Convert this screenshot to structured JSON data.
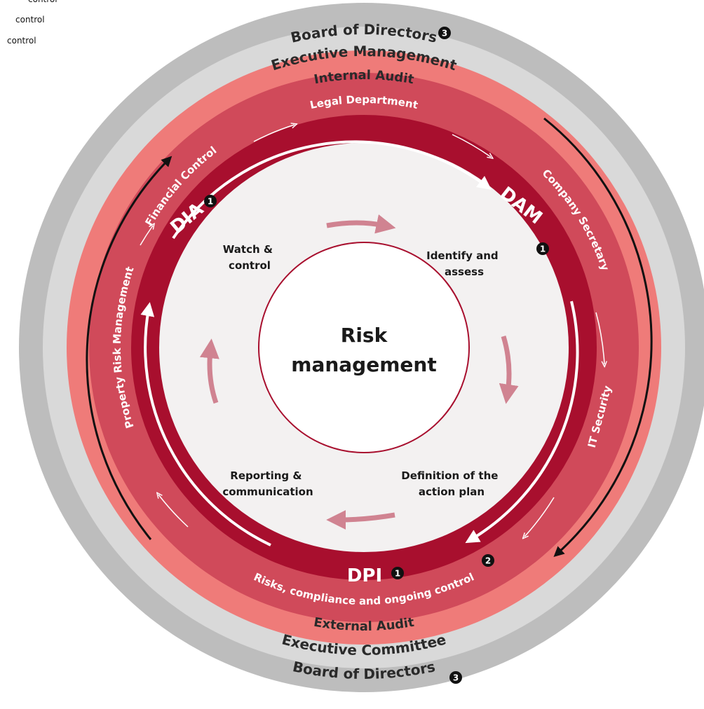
{
  "legend": {
    "lines": [
      "control",
      "control",
      "control"
    ]
  },
  "rings": {
    "board_top": "Board of Directors",
    "board_bottom": "Board of Directors",
    "executive_top": "Executive Management",
    "executive_bottom": "Executive Committee",
    "audit_top": "Internal Audit",
    "audit_bottom": "External Audit"
  },
  "departments": {
    "legal": "Legal Department",
    "company_secretary": "Company Secretary",
    "it_security": "IT Security",
    "risks_compliance": "Risks, compliance and ongoing control",
    "property_risk": "Property Risk Management",
    "financial_control": "Financial Control"
  },
  "divisions": {
    "dia": "DIA",
    "dam": "DAM",
    "dpi": "DPI"
  },
  "cycle_steps": {
    "watch": [
      "Watch &",
      "control"
    ],
    "identify": [
      "Identify and",
      "assess"
    ],
    "definition": [
      "Definition of the",
      "action plan"
    ],
    "reporting": [
      "Reporting &",
      "communication"
    ]
  },
  "center": {
    "line1": "Risk",
    "line2": "management"
  },
  "badges": {
    "dia": "1",
    "dam": "1",
    "dpi": "1",
    "risks": "2",
    "board_top": "3",
    "board_bottom": "3"
  },
  "colors": {
    "outer_gray": "#bdbdbd",
    "light_gray": "#d9d9d9",
    "salmon": "#ef7b79",
    "rose": "#d04a5a",
    "crimson": "#a80f2e",
    "center_fill": "#f3f1f1",
    "cycle_arrow": "#d08391",
    "center_ring": "#a80f2e"
  }
}
